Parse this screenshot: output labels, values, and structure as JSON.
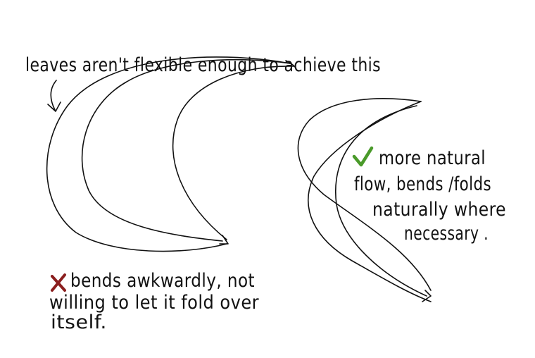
{
  "annotations": {
    "top_note": "leaves aren't flexible enough to achieve this",
    "good_note": {
      "line1": "more natural",
      "line2": "flow, bends /folds",
      "line3": "naturally where",
      "line4": "necessary ."
    },
    "bad_note": {
      "line1": "bends awkwardly, not",
      "line2": "willing to let it fold over",
      "line3": "itself."
    }
  },
  "icons": {
    "good": "checkmark-icon",
    "bad": "cross-icon"
  },
  "colors": {
    "ink": "#111111",
    "good": "#4a9a2a",
    "bad": "#8b1e1e",
    "background": "#ffffff"
  }
}
